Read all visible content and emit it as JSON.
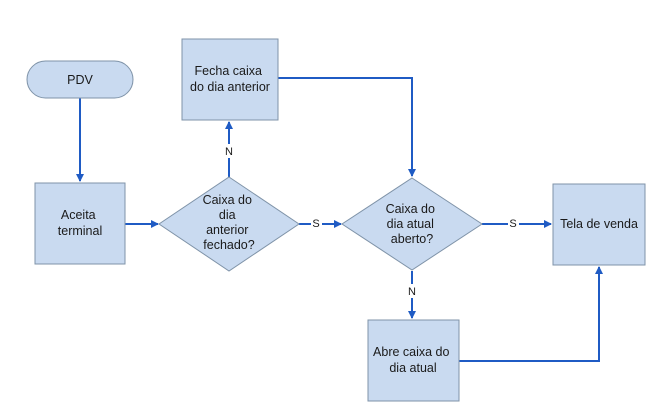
{
  "diagram": {
    "colors": {
      "node_fill": "#c9daf0",
      "node_stroke": "#7f93a8",
      "edge": "#1f5bc4"
    },
    "nodes": {
      "pdv": {
        "label": "PDV"
      },
      "aceita": {
        "lines": [
          "Aceita",
          "terminal"
        ]
      },
      "fecha": {
        "lines": [
          "Fecha caixa",
          "do dia anterior"
        ]
      },
      "dec_anterior": {
        "lines": [
          "Caixa do",
          "dia",
          "anterior",
          "fechado?"
        ]
      },
      "dec_atual": {
        "lines": [
          "Caixa do",
          "dia atual",
          "aberto?"
        ]
      },
      "tela": {
        "label": "Tela de venda"
      },
      "abre": {
        "lines": [
          "Abre caixa do",
          "dia atual"
        ]
      }
    },
    "edge_labels": {
      "n_up": "N",
      "s_first": "S",
      "s_second": "S",
      "n_down": "N"
    }
  }
}
